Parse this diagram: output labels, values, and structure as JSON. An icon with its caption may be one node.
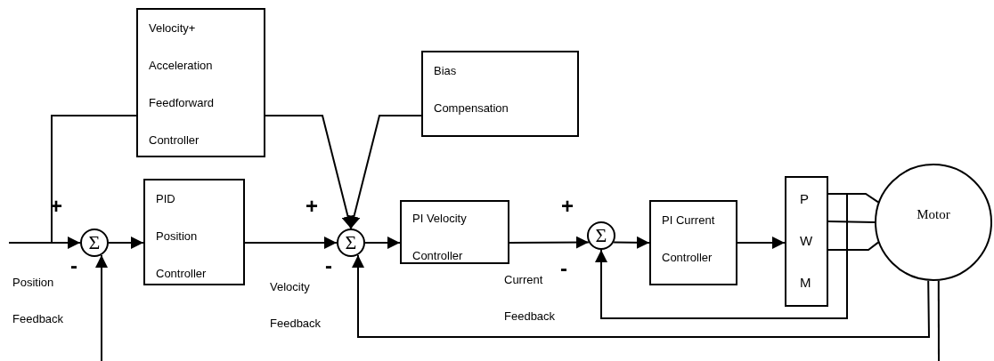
{
  "diagram": {
    "nodes": [
      {
        "text": [
          "Velocity+ Acceleration Feedforward Controller"
        ]
      },
      {
        "text": [
          "Bias Compensation"
        ]
      },
      {
        "text": [
          "Σ"
        ]
      },
      {
        "text": [
          "PID Position Controller"
        ]
      },
      {
        "text": [
          "Σ"
        ]
      },
      {
        "text": [
          "PI Velocity Controller"
        ]
      },
      {
        "text": [
          "Σ"
        ]
      },
      {
        "text": [
          "PI Current Controller"
        ]
      },
      {
        "text": [
          "P W M"
        ]
      },
      {
        "text": [
          "Motor"
        ]
      }
    ],
    "edges": [
      {
        "from": null,
        "to": 2,
        "arrow": "to"
      },
      {
        "from": null,
        "to": 0,
        "arrow": "none"
      },
      {
        "from": null,
        "to": 2,
        "arrow": "to"
      },
      {
        "from": 2,
        "to": 3,
        "arrow": "to"
      },
      {
        "from": 3,
        "to": 4,
        "arrow": "to"
      },
      {
        "from": 0,
        "to": 4,
        "arrow": "to"
      },
      {
        "from": 1,
        "to": 4,
        "arrow": "to"
      },
      {
        "from": 4,
        "to": 5,
        "arrow": "to"
      },
      {
        "from": 5,
        "to": 6,
        "arrow": "to"
      },
      {
        "from": 6,
        "to": 7,
        "arrow": "to"
      },
      {
        "from": 7,
        "to": 8,
        "arrow": "to"
      },
      {
        "from": 8,
        "to": 9,
        "arrow": "none"
      },
      {
        "from": 8,
        "to": 9,
        "arrow": "none"
      },
      {
        "from": 8,
        "to": 9,
        "arrow": "none"
      },
      {
        "from": 8,
        "to": 6,
        "arrow": "to"
      },
      {
        "from": 9,
        "to": 4,
        "arrow": "to"
      },
      {
        "from": 9,
        "to": null,
        "arrow": "none"
      }
    ],
    "labels": [
      "+",
      "-",
      "Position Feedback",
      "+",
      "-",
      "Velocity Feedback",
      "+",
      "-",
      "Current Feedback"
    ]
  }
}
